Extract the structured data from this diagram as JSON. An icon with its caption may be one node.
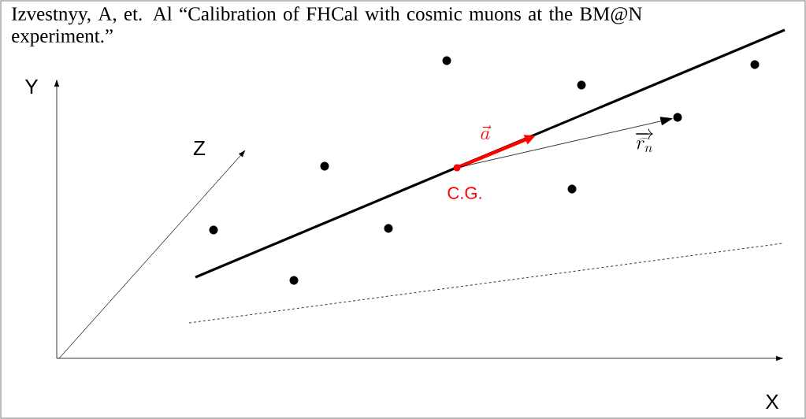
{
  "diagram": {
    "caption": "Izvestnyy, A, et. Al “Calibration of FHCal with cosmic muons at the BM@N experiment.”",
    "nodes": [
      {
        "text": [],
        "shape": "circle",
        "beside": [
          "C.G."
        ]
      },
      {
        "text": [],
        "shape": "circle"
      },
      {
        "text": [],
        "shape": "circle"
      },
      {
        "text": [],
        "shape": "circle"
      },
      {
        "text": [],
        "shape": "circle"
      },
      {
        "text": [],
        "shape": "circle"
      },
      {
        "text": [],
        "shape": "circle"
      },
      {
        "text": [],
        "shape": "circle"
      },
      {
        "text": [],
        "shape": "circle"
      },
      {
        "text": [],
        "shape": "circle"
      }
    ],
    "edges": [
      {
        "from": 0,
        "to": null,
        "arrow": "to",
        "label": "\\vec{a}",
        "style": "thick",
        "color": "#ff0000"
      },
      {
        "from": 0,
        "to": 8,
        "arrow": "to",
        "label": "\\overrightarrow{\\widehat{r_n}}",
        "color": "#000000"
      }
    ],
    "labels": [
      "Y",
      "Z",
      "X"
    ]
  }
}
